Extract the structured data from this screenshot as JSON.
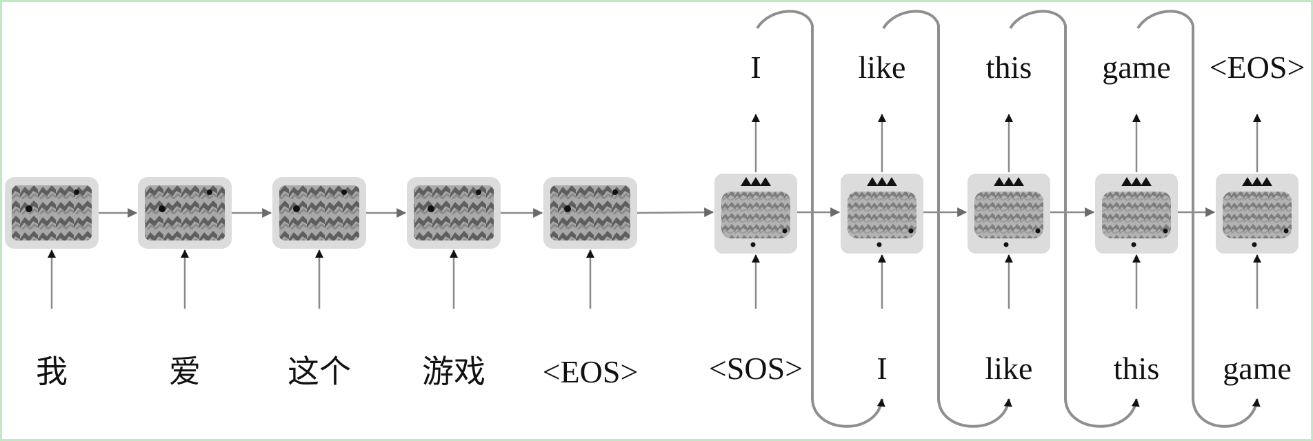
{
  "encoder": {
    "inputs": [
      "我",
      "爱",
      "这个",
      "游戏",
      "<EOS>"
    ]
  },
  "decoder": {
    "inputs": [
      "<SOS>",
      "I",
      "like",
      "this",
      "game"
    ],
    "outputs": [
      "I",
      "like",
      "this",
      "game",
      "<EOS>"
    ]
  },
  "colors": {
    "cell_bg": "#dcdcdc",
    "cell_texture": "#6f6f6f",
    "arrow": "#8a8a8a",
    "feedback": "#8f8f8f",
    "frame": "#bfe8c4"
  }
}
